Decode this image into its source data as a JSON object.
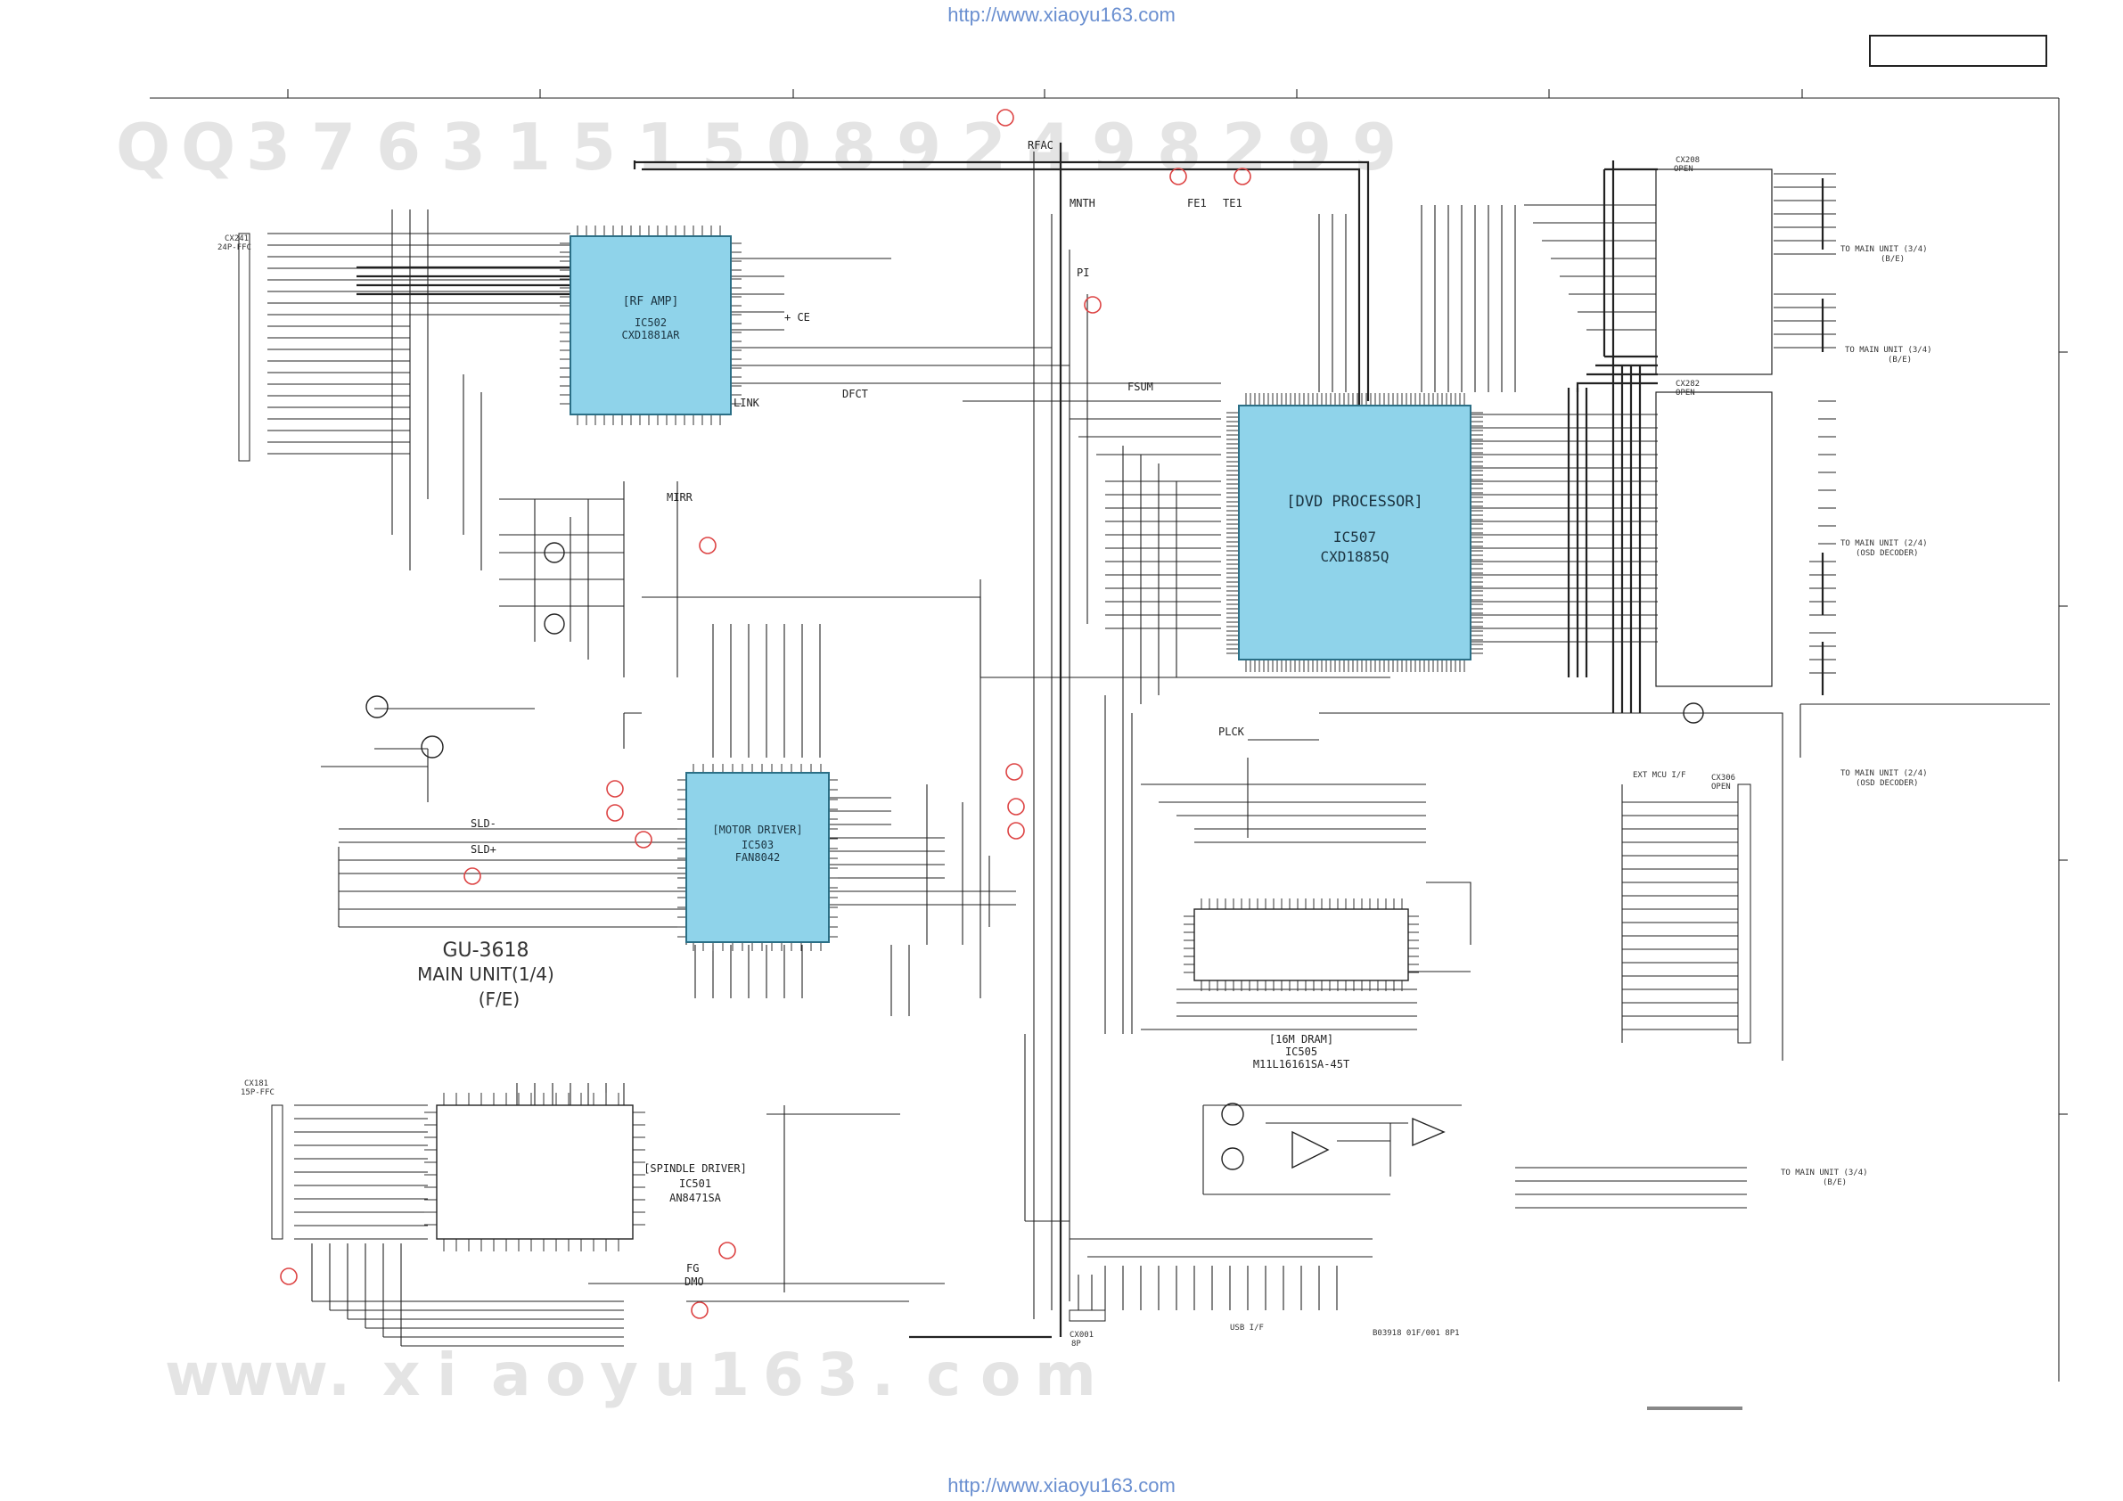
{
  "urls": {
    "top": "http://www.xiaoyu163.com",
    "bottom": "http://www.xiaoyu163.com"
  },
  "watermarks": {
    "top_digits": [
      "Q",
      "Q",
      "3",
      "7",
      "6",
      "3",
      "1",
      "5",
      "1",
      "5",
      "0",
      "8",
      "9",
      "2",
      "4",
      "9",
      "8",
      "2",
      "9",
      "9"
    ],
    "bottom_site": [
      "w",
      "w",
      "w",
      ".",
      "x",
      "i",
      "a",
      "o",
      "y",
      "u",
      "1",
      "6",
      "3",
      ".",
      "c",
      "o",
      "m"
    ]
  },
  "board": {
    "model": "GU-3618",
    "unit": "MAIN UNIT(1/4)",
    "section": "(F/E)"
  },
  "ics": [
    {
      "id": "IC502",
      "function": "[RF AMP]",
      "part": "CXD1881AR"
    },
    {
      "id": "IC507",
      "function": "[DVD PROCESSOR]",
      "part": "CXD1885Q"
    },
    {
      "id": "IC503",
      "function": "[MOTOR DRIVER]",
      "part": "FAN8042"
    },
    {
      "id": "IC501",
      "function": "[SPINDLE DRIVER]",
      "part": "AN8471SA"
    },
    {
      "id": "IC505",
      "function": "[16M DRAM]",
      "part": "M11L16161SA-45T"
    }
  ],
  "signals": {
    "rfac": "RFAC",
    "mnth": "MNTH",
    "fe": "FE1",
    "te": "TE1",
    "pi": "PI",
    "mirr": "MIRR",
    "dfct": "DFCT",
    "link": "LINK",
    "fsum": "FSUM",
    "plck": "PLCK",
    "fg": "FG",
    "dmo": "DMO",
    "ce": "+ CE",
    "sld_p": "SLD+",
    "sld_m": "SLD-"
  },
  "connectors": [
    {
      "ref": "CX241",
      "text": "24P-FFC"
    },
    {
      "ref": "CX181",
      "text": "15P-FFC"
    },
    {
      "ref": "CX001",
      "text": "8P"
    },
    {
      "ref": "CX208",
      "text": "OPEN"
    },
    {
      "ref": "CX282",
      "text": "OPEN"
    },
    {
      "ref": "CX306",
      "text": "OPEN"
    }
  ],
  "offpage": [
    {
      "text": "TO MAIN UNIT (3/4)",
      "sub": "(B/E)"
    },
    {
      "text": "TO MAIN UNIT (3/4)",
      "sub": "(B/E)"
    },
    {
      "text": "TO MAIN UNIT (2/4)",
      "sub": "(OSD DECODER)"
    },
    {
      "text": "TO MAIN UNIT (2/4)",
      "sub": "(OSD DECODER)"
    },
    {
      "text": "TO MAIN UNIT (3/4)",
      "sub": "(B/E)"
    }
  ],
  "misc": {
    "ext_mcu": "EXT MCU I/F",
    "usb": "USB I/F",
    "footnote": "B03918 01F/001 8P1"
  },
  "colors": {
    "ic_fill": "#8fd3ea",
    "testpoint": "#dd4444",
    "watermark": "#e4e4e4",
    "url": "#6a8fd0"
  }
}
